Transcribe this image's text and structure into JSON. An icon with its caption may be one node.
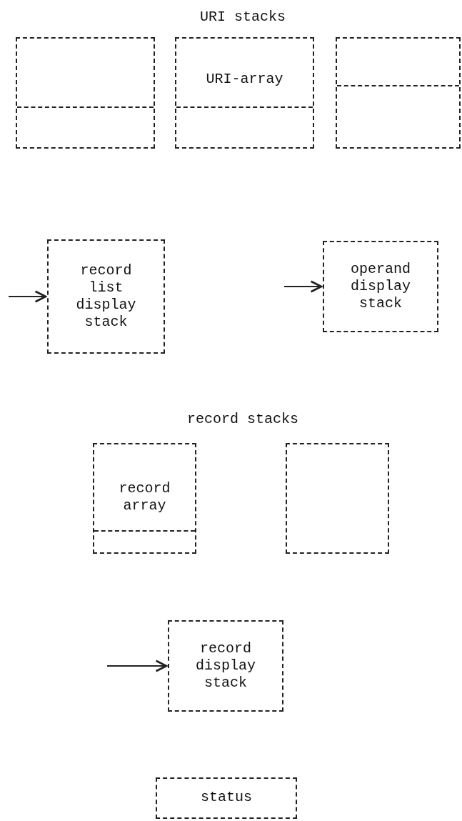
{
  "diagram": {
    "nodes": [
      {
        "text": [],
        "shape": "box"
      },
      {
        "text": [
          "URI-array"
        ]
      },
      {
        "text": [],
        "shape": "box"
      },
      {
        "text": [
          "record list display stack"
        ]
      },
      {
        "text": [
          "operand display stack"
        ]
      },
      {
        "text": [
          "record array"
        ]
      },
      {
        "text": [],
        "shape": "box"
      },
      {
        "text": [
          "record display stack"
        ]
      },
      {
        "text": [
          "status"
        ]
      }
    ],
    "edges": [
      {
        "from": null,
        "to": 3,
        "arrow": "to"
      },
      {
        "from": null,
        "to": 4,
        "arrow": "to"
      },
      {
        "from": null,
        "to": 7,
        "arrow": "to"
      }
    ],
    "labels": [
      "URI stacks",
      "record stacks"
    ]
  }
}
